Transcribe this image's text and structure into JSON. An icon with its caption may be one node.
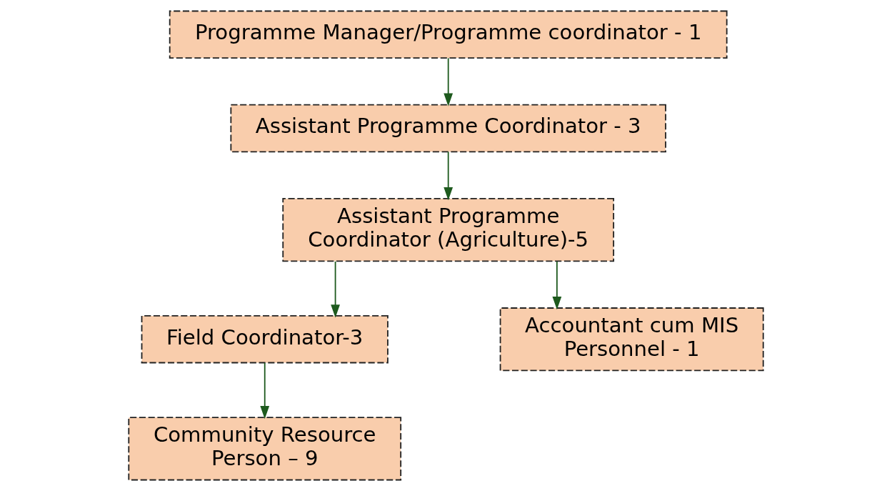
{
  "diagram": {
    "nodes": [
      {
        "text": [
          "Programme Manager/Programme coordinator - 1"
        ]
      },
      {
        "text": [
          "Assistant Programme Coordinator - 3"
        ]
      },
      {
        "text": [
          "Assistant Programme Coordinator (Agriculture)-5"
        ]
      },
      {
        "text": [
          "Field Coordinator-3"
        ]
      },
      {
        "text": [
          "Accountant cum MIS Personnel - 1"
        ]
      },
      {
        "text": [
          "Community Resource Person – 9"
        ]
      }
    ],
    "edges": [
      {
        "from": 0,
        "to": 1,
        "arrow": "to"
      },
      {
        "from": 1,
        "to": 2,
        "arrow": "to"
      },
      {
        "from": 2,
        "to": 3,
        "arrow": "to"
      },
      {
        "from": 2,
        "to": 4,
        "arrow": "to"
      },
      {
        "from": 3,
        "to": 5,
        "arrow": "to"
      }
    ]
  }
}
